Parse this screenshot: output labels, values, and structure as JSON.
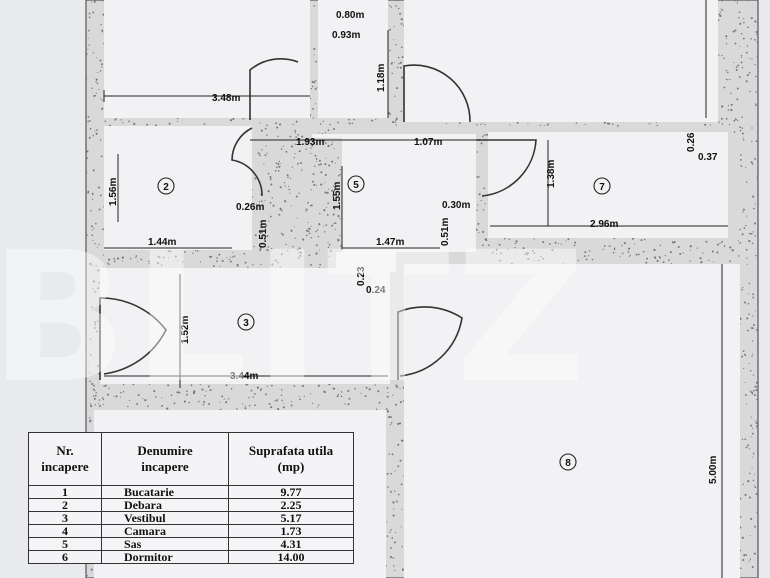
{
  "watermark": "BLITZ",
  "dimensions": {
    "d_080": "0.80m",
    "d_093": "0.93m",
    "d_118": "1.18m",
    "d_348": "3.48m",
    "d_193": "1.93m",
    "d_107": "1.07m",
    "d_026a": "0.26",
    "d_037": "0.37",
    "d_156": "1.56m",
    "d_155": "1.55m",
    "d_138": "1.38m",
    "d_026b": "0.26m",
    "d_051a": "0.51m",
    "d_030": "0.30m",
    "d_051b": "0.51m",
    "d_296": "2.96m",
    "d_144": "1.44m",
    "d_147": "1.47m",
    "d_023": "0.23",
    "d_024": "0.24",
    "d_152": "1.52m",
    "d_344": "3.44m",
    "d_500": "5.00m"
  },
  "room_numbers": {
    "r2": "2",
    "r3": "3",
    "r5": "5",
    "r7": "7",
    "r8": "8"
  },
  "legend": {
    "headers": {
      "nr": [
        "Nr.",
        "incapere"
      ],
      "name": [
        "Denumire",
        "incapere"
      ],
      "area": [
        "Suprafata utila",
        "(mp)"
      ]
    },
    "rows": [
      {
        "nr": "1",
        "name": "Bucatarie",
        "area": "9.77"
      },
      {
        "nr": "2",
        "name": "Debara",
        "area": "2.25"
      },
      {
        "nr": "3",
        "name": "Vestibul",
        "area": "5.17"
      },
      {
        "nr": "4",
        "name": "Camara",
        "area": "1.73"
      },
      {
        "nr": "5",
        "name": "Sas",
        "area": "4.31"
      },
      {
        "nr": "6",
        "name": "Dormitor",
        "area": "14.00"
      }
    ]
  }
}
